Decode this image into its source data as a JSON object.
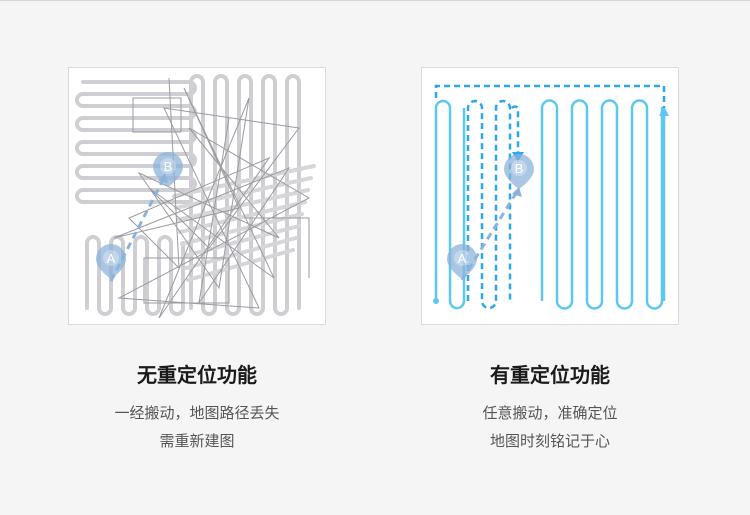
{
  "colors": {
    "background": "#f5f5f5",
    "messy_path": "#cfcfd3",
    "messy_scribble": "#9a9aa0",
    "blue_path": "#5cc8f0",
    "blue_dashed": "#2aa8ea",
    "pin": "#8cb3da",
    "move_arrow": "#8cb3da"
  },
  "left_panel": {
    "pin_a": "A",
    "pin_b": "B",
    "title": "无重定位功能",
    "desc_line1": "一经搬动，地图路径丢失",
    "desc_line2": "需重新建图"
  },
  "right_panel": {
    "pin_a": "A",
    "pin_b": "B",
    "title": "有重定位功能",
    "desc_line1": "任意搬动，准确定位",
    "desc_line2": "地图时刻铭记于心"
  }
}
